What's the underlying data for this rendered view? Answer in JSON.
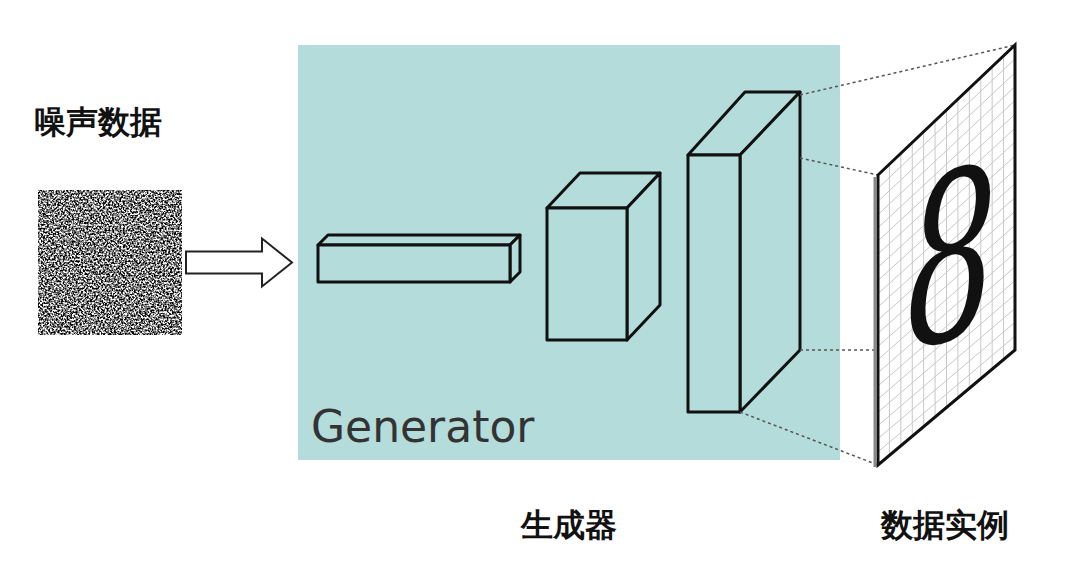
{
  "diagram": {
    "nodes": [
      {
        "text": [
          "噪声数据"
        ]
      },
      {
        "text": [
          "Generator",
          "生成器"
        ]
      },
      {
        "text": [
          "8",
          "数据实例"
        ]
      }
    ],
    "edges": [
      {
        "from": 0,
        "to": 1,
        "arrow": "to"
      },
      {
        "from": 1,
        "to": 2,
        "arrow": "none"
      }
    ]
  }
}
